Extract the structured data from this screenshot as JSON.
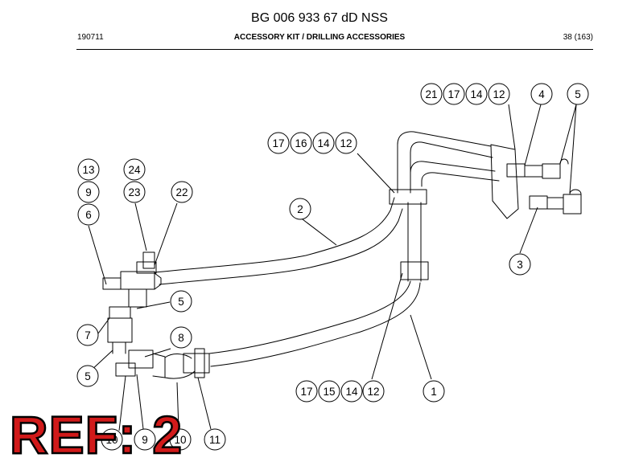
{
  "header": {
    "doc_title": "BG 006 933 67 dD NSS",
    "doc_code": "190711",
    "section_title": "ACCESSORY KIT / DRILLING ACCESSORIES",
    "page_indicator": "38 (163)"
  },
  "callouts": [
    "21",
    "17",
    "14",
    "12",
    "4",
    "5",
    "17",
    "16",
    "14",
    "12",
    "13",
    "24",
    "9",
    "23",
    "22",
    "6",
    "2",
    "3",
    "5",
    "7",
    "8",
    "5",
    "17",
    "15",
    "14",
    "12",
    "1",
    "10",
    "9",
    "10",
    "11"
  ],
  "ref_stamp": "REF: 2",
  "colors": {
    "stamp_fill": "#d11a1a",
    "stamp_outline": "#000000",
    "line": "#000000"
  }
}
